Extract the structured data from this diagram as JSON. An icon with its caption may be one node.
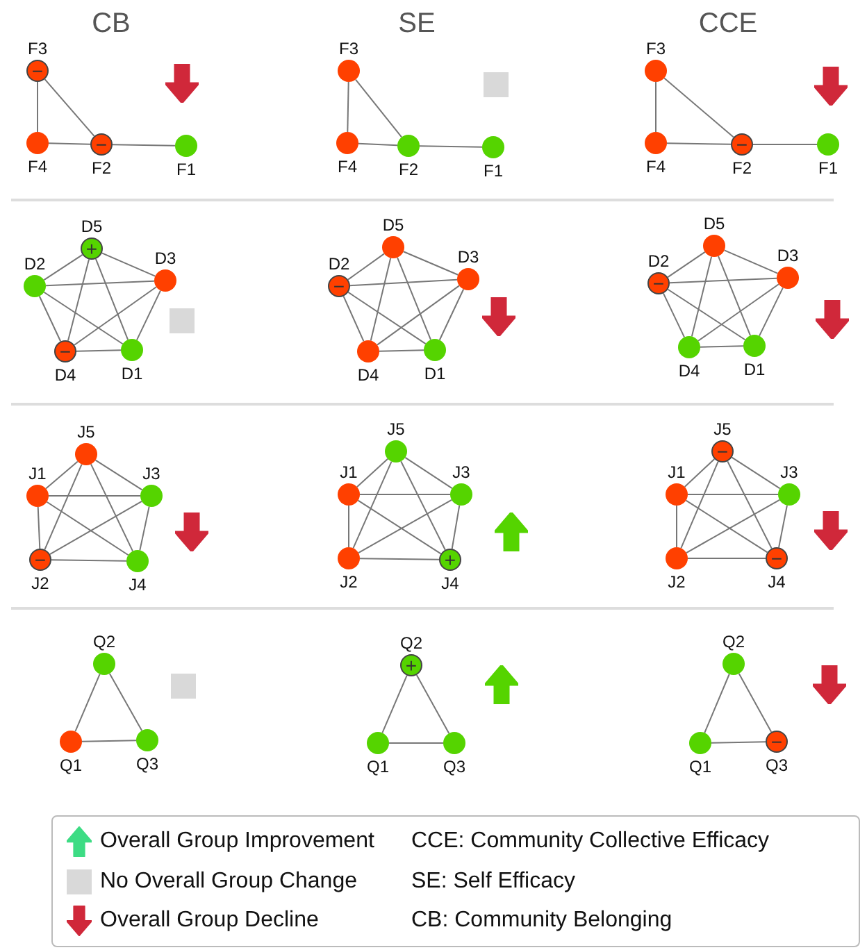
{
  "diagram": {
    "nodes": [
      {
        "text": [
          "F3",
          "−"
        ]
      },
      {
        "text": [
          "F4"
        ]
      },
      {
        "text": [
          "−",
          "F2"
        ]
      },
      {
        "text": [
          "F1"
        ]
      },
      {
        "text": [
          "F3"
        ]
      },
      {
        "text": [
          "F4"
        ]
      },
      {
        "text": [
          "F2"
        ]
      },
      {
        "text": [
          "F1"
        ]
      },
      {
        "text": [
          "F3"
        ]
      },
      {
        "text": [
          "F4"
        ]
      },
      {
        "text": [
          "−",
          "F2"
        ]
      },
      {
        "text": [
          "F1"
        ]
      },
      {
        "text": [
          "D5",
          "+"
        ]
      },
      {
        "text": [
          "D2"
        ]
      },
      {
        "text": [
          "D3"
        ]
      },
      {
        "text": [
          "−",
          "D4"
        ]
      },
      {
        "text": [
          "D1"
        ]
      },
      {
        "text": [
          "D5"
        ]
      },
      {
        "text": [
          "D2",
          "−"
        ]
      },
      {
        "text": [
          "D3"
        ]
      },
      {
        "text": [
          "D4"
        ]
      },
      {
        "text": [
          "D1"
        ]
      },
      {
        "text": [
          "D5"
        ]
      },
      {
        "text": [
          "D2",
          "−"
        ]
      },
      {
        "text": [
          "D3"
        ]
      },
      {
        "text": [
          "D4"
        ]
      },
      {
        "text": [
          "D1"
        ]
      },
      {
        "text": [
          "J5"
        ]
      },
      {
        "text": [
          "J1"
        ]
      },
      {
        "text": [
          "J3"
        ]
      },
      {
        "text": [
          "−",
          "J2"
        ]
      },
      {
        "text": [
          "J4"
        ]
      },
      {
        "text": [
          "J5"
        ]
      },
      {
        "text": [
          "J1"
        ]
      },
      {
        "text": [
          "J3"
        ]
      },
      {
        "text": [
          "J2"
        ]
      },
      {
        "text": [
          "+",
          "J4"
        ]
      },
      {
        "text": [
          "J5",
          "−"
        ]
      },
      {
        "text": [
          "J1"
        ]
      },
      {
        "text": [
          "J3"
        ]
      },
      {
        "text": [
          "J2"
        ]
      },
      {
        "text": [
          "−",
          "J4"
        ]
      },
      {
        "text": [
          "Q2"
        ]
      },
      {
        "text": [
          "Q1"
        ]
      },
      {
        "text": [
          "Q3"
        ]
      },
      {
        "text": [
          "Q2",
          "+"
        ]
      },
      {
        "text": [
          "Q1"
        ]
      },
      {
        "text": [
          "Q3"
        ]
      },
      {
        "text": [
          "Q2"
        ]
      },
      {
        "text": [
          "Q1"
        ]
      },
      {
        "text": [
          "−",
          "Q3"
        ]
      }
    ],
    "edges": [
      {
        "from": 0,
        "to": 1,
        "arrow": "none"
      },
      {
        "from": 0,
        "to": 2,
        "arrow": "none"
      },
      {
        "from": 1,
        "to": 2,
        "arrow": "none"
      },
      {
        "from": 2,
        "to": 3,
        "arrow": "none"
      },
      {
        "from": 4,
        "to": 5,
        "arrow": "none"
      },
      {
        "from": 4,
        "to": 6,
        "arrow": "none"
      },
      {
        "from": 5,
        "to": 6,
        "arrow": "none"
      },
      {
        "from": 6,
        "to": 7,
        "arrow": "none"
      },
      {
        "from": 8,
        "to": 9,
        "arrow": "none"
      },
      {
        "from": 8,
        "to": 10,
        "arrow": "none"
      },
      {
        "from": 9,
        "to": 10,
        "arrow": "none"
      },
      {
        "from": 10,
        "to": 11,
        "arrow": "none"
      },
      {
        "from": 12,
        "to": 13,
        "arrow": "none"
      },
      {
        "from": 12,
        "to": 14,
        "arrow": "none"
      },
      {
        "from": 12,
        "to": 15,
        "arrow": "none"
      },
      {
        "from": 12,
        "to": 16,
        "arrow": "none"
      },
      {
        "from": 13,
        "to": 14,
        "arrow": "none"
      },
      {
        "from": 13,
        "to": 15,
        "arrow": "none"
      },
      {
        "from": 13,
        "to": 16,
        "arrow": "none"
      },
      {
        "from": 14,
        "to": 15,
        "arrow": "none"
      },
      {
        "from": 14,
        "to": 16,
        "arrow": "none"
      },
      {
        "from": 15,
        "to": 16,
        "arrow": "none"
      },
      {
        "from": 17,
        "to": 18,
        "arrow": "none"
      },
      {
        "from": 17,
        "to": 19,
        "arrow": "none"
      },
      {
        "from": 17,
        "to": 20,
        "arrow": "none"
      },
      {
        "from": 17,
        "to": 21,
        "arrow": "none"
      },
      {
        "from": 18,
        "to": 19,
        "arrow": "none"
      },
      {
        "from": 18,
        "to": 20,
        "arrow": "none"
      },
      {
        "from": 18,
        "to": 21,
        "arrow": "none"
      },
      {
        "from": 19,
        "to": 20,
        "arrow": "none"
      },
      {
        "from": 19,
        "to": 21,
        "arrow": "none"
      },
      {
        "from": 20,
        "to": 21,
        "arrow": "none"
      },
      {
        "from": 22,
        "to": 23,
        "arrow": "none"
      },
      {
        "from": 22,
        "to": 24,
        "arrow": "none"
      },
      {
        "from": 22,
        "to": 25,
        "arrow": "none"
      },
      {
        "from": 22,
        "to": 26,
        "arrow": "none"
      },
      {
        "from": 23,
        "to": 24,
        "arrow": "none"
      },
      {
        "from": 23,
        "to": 25,
        "arrow": "none"
      },
      {
        "from": 23,
        "to": 26,
        "arrow": "none"
      },
      {
        "from": 24,
        "to": 25,
        "arrow": "none"
      },
      {
        "from": 24,
        "to": 26,
        "arrow": "none"
      },
      {
        "from": 25,
        "to": 26,
        "arrow": "none"
      },
      {
        "from": 27,
        "to": 28,
        "arrow": "none"
      },
      {
        "from": 27,
        "to": 29,
        "arrow": "none"
      },
      {
        "from": 27,
        "to": 30,
        "arrow": "none"
      },
      {
        "from": 27,
        "to": 31,
        "arrow": "none"
      },
      {
        "from": 28,
        "to": 29,
        "arrow": "none"
      },
      {
        "from": 28,
        "to": 30,
        "arrow": "none"
      },
      {
        "from": 28,
        "to": 31,
        "arrow": "none"
      },
      {
        "from": 29,
        "to": 30,
        "arrow": "none"
      },
      {
        "from": 29,
        "to": 31,
        "arrow": "none"
      },
      {
        "from": 30,
        "to": 31,
        "arrow": "none"
      },
      {
        "from": 32,
        "to": 33,
        "arrow": "none"
      },
      {
        "from": 32,
        "to": 34,
        "arrow": "none"
      },
      {
        "from": 32,
        "to": 35,
        "arrow": "none"
      },
      {
        "from": 32,
        "to": 36,
        "arrow": "none"
      },
      {
        "from": 33,
        "to": 34,
        "arrow": "none"
      },
      {
        "from": 33,
        "to": 35,
        "arrow": "none"
      },
      {
        "from": 33,
        "to": 36,
        "arrow": "none"
      },
      {
        "from": 34,
        "to": 35,
        "arrow": "none"
      },
      {
        "from": 34,
        "to": 36,
        "arrow": "none"
      },
      {
        "from": 35,
        "to": 36,
        "arrow": "none"
      },
      {
        "from": 37,
        "to": 38,
        "arrow": "none"
      },
      {
        "from": 37,
        "to": 39,
        "arrow": "none"
      },
      {
        "from": 37,
        "to": 40,
        "arrow": "none"
      },
      {
        "from": 37,
        "to": 41,
        "arrow": "none"
      },
      {
        "from": 38,
        "to": 39,
        "arrow": "none"
      },
      {
        "from": 38,
        "to": 40,
        "arrow": "none"
      },
      {
        "from": 38,
        "to": 41,
        "arrow": "none"
      },
      {
        "from": 39,
        "to": 40,
        "arrow": "none"
      },
      {
        "from": 39,
        "to": 41,
        "arrow": "none"
      },
      {
        "from": 40,
        "to": 41,
        "arrow": "none"
      },
      {
        "from": 42,
        "to": 43,
        "arrow": "none"
      },
      {
        "from": 42,
        "to": 44,
        "arrow": "none"
      },
      {
        "from": 43,
        "to": 44,
        "arrow": "none"
      },
      {
        "from": 45,
        "to": 46,
        "arrow": "none"
      },
      {
        "from": 45,
        "to": 47,
        "arrow": "none"
      },
      {
        "from": 46,
        "to": 47,
        "arrow": "none"
      },
      {
        "from": 48,
        "to": 49,
        "arrow": "none"
      },
      {
        "from": 48,
        "to": 50,
        "arrow": "none"
      },
      {
        "from": 49,
        "to": 50,
        "arrow": "none"
      }
    ],
    "labels": [
      "CB",
      "SE",
      "CCE",
      "CCE: Community Collective Efficacy",
      "SE: Self Efficacy",
      "CB: Community Belonging"
    ],
    "legend": [
      {
        "text": "Overall Group Improvement"
      },
      {
        "text": "No Overall Group Change",
        "color": "#d9d9d9"
      },
      {
        "text": "Overall Group Decline"
      }
    ]
  }
}
